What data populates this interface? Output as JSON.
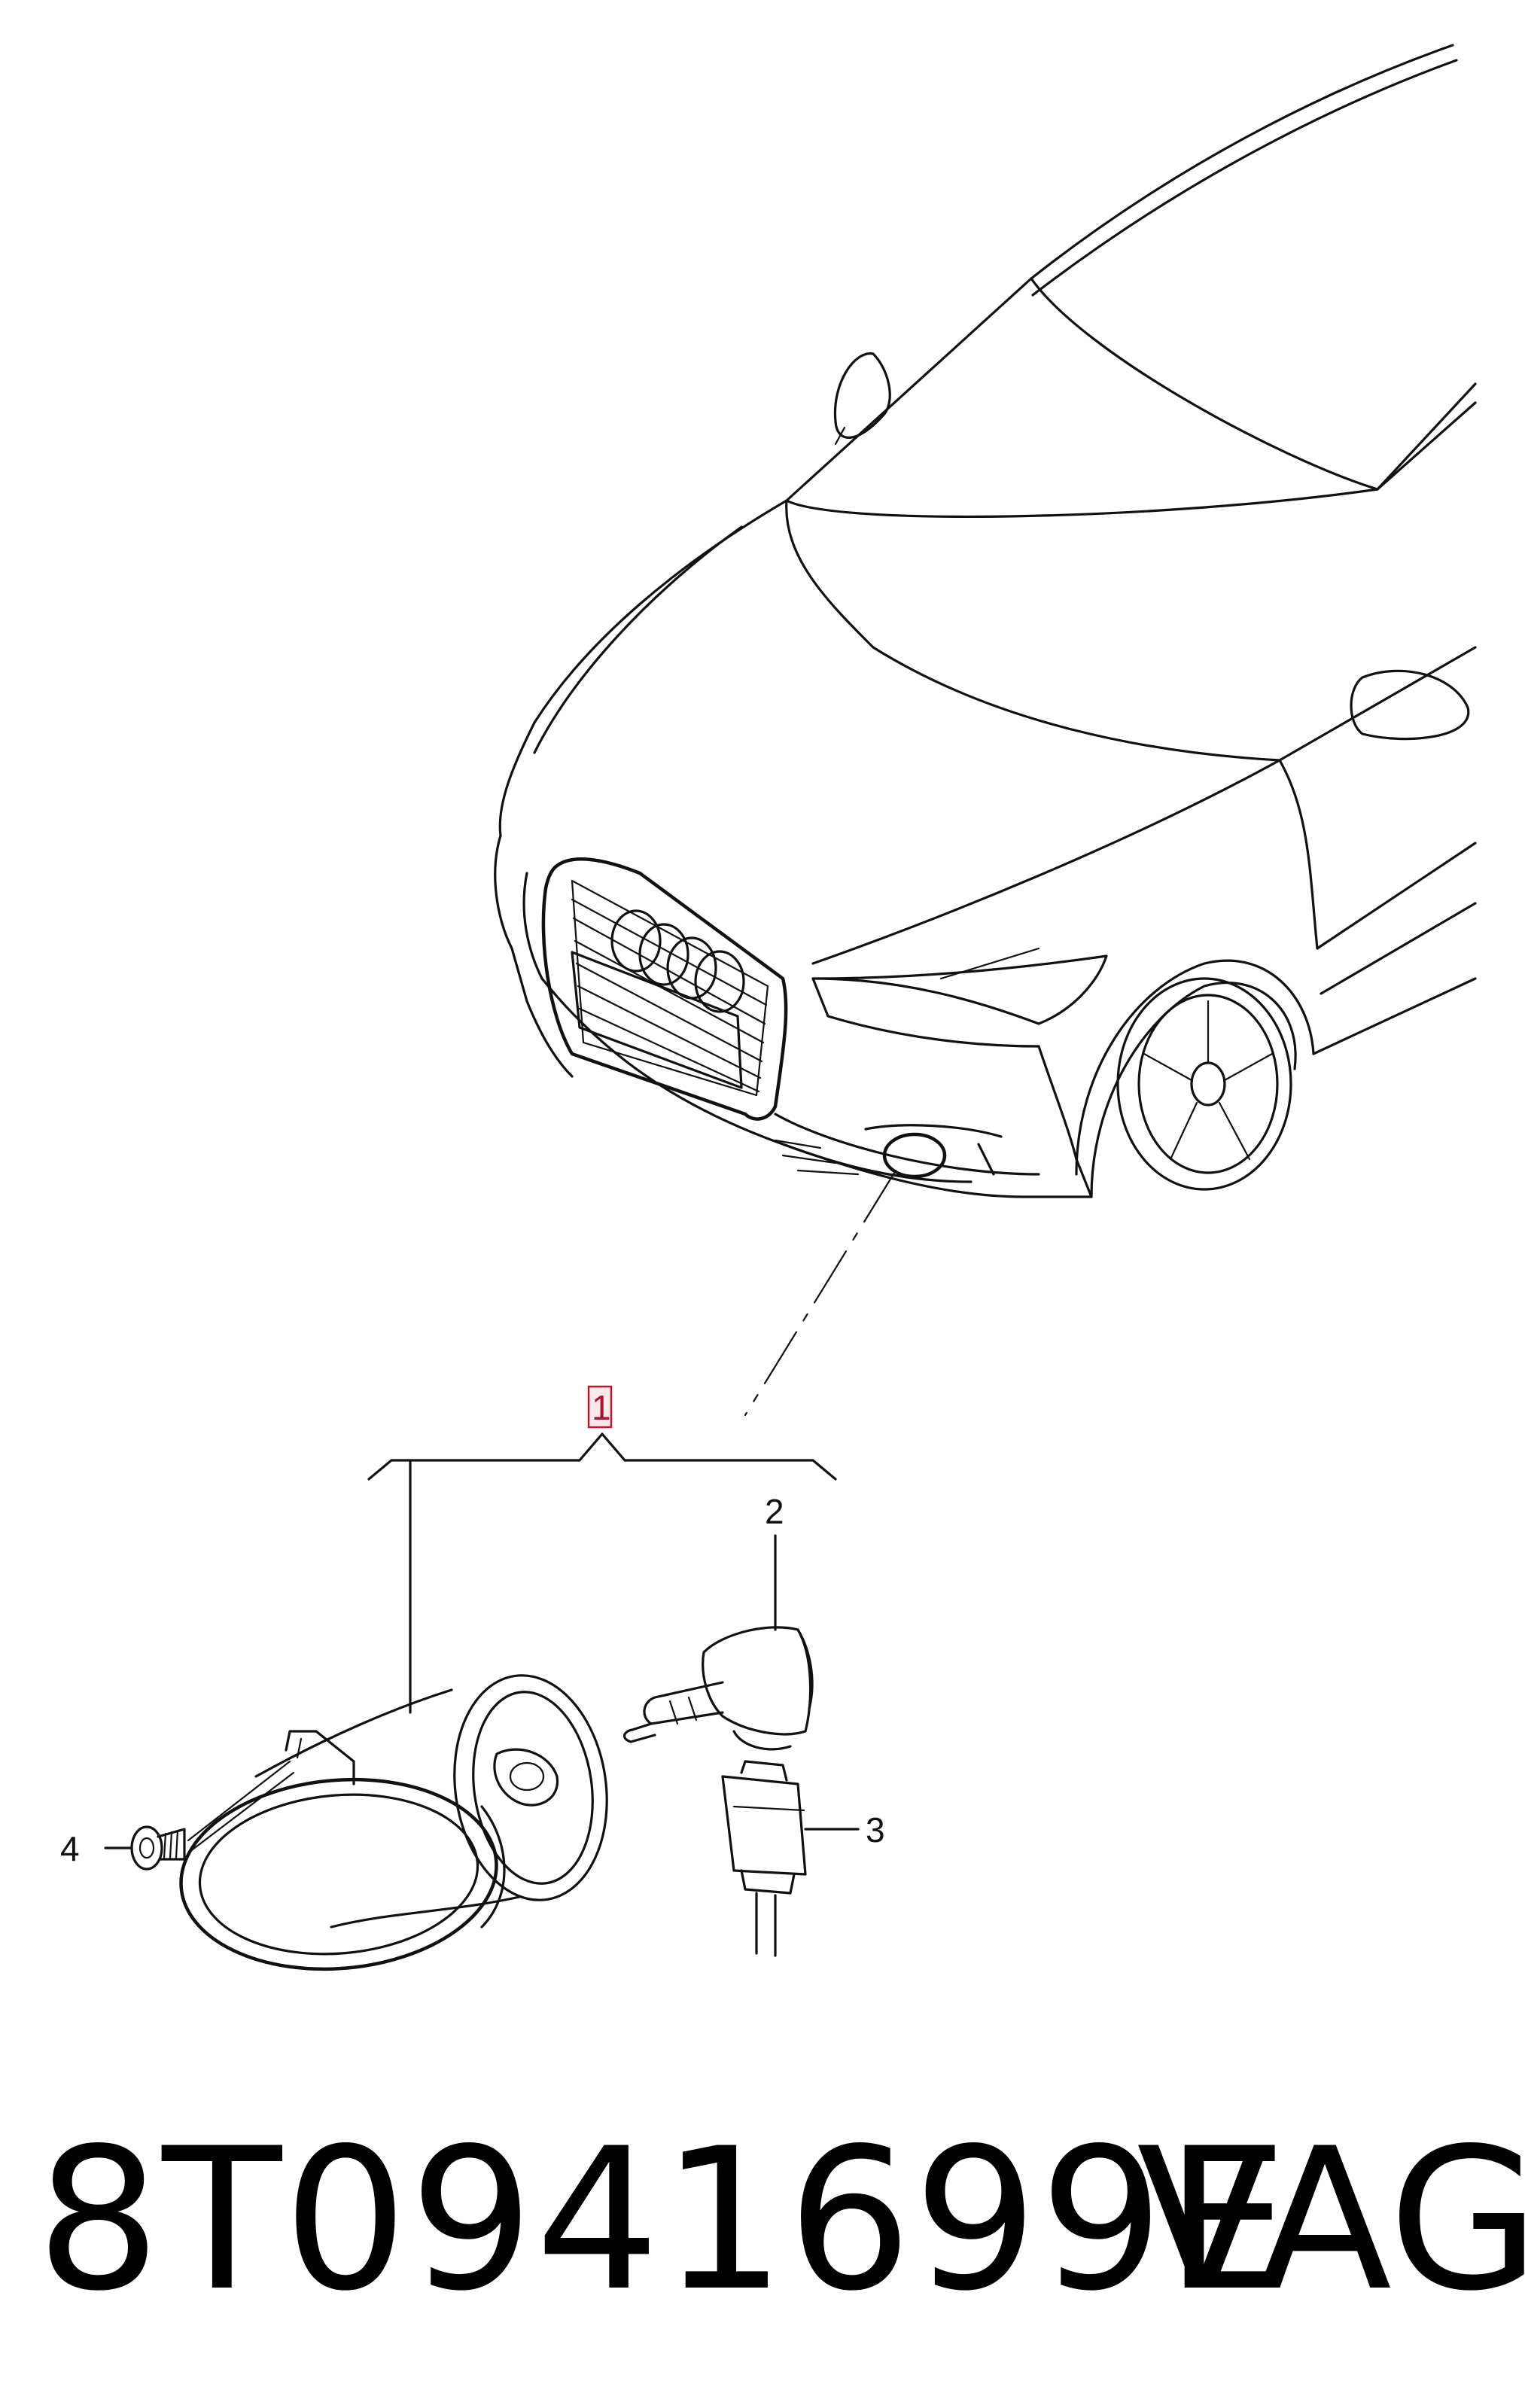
{
  "callouts": [
    {
      "id": "1",
      "highlighted": true
    },
    {
      "id": "2",
      "highlighted": false
    },
    {
      "id": "3",
      "highlighted": false
    },
    {
      "id": "4",
      "highlighted": false
    }
  ],
  "caption": {
    "part_number": "8T0941699E",
    "brand": "VAG"
  },
  "colors": {
    "line": "#111111",
    "highlight_fill": "#fde8ea",
    "highlight_stroke": "#c2122a"
  }
}
